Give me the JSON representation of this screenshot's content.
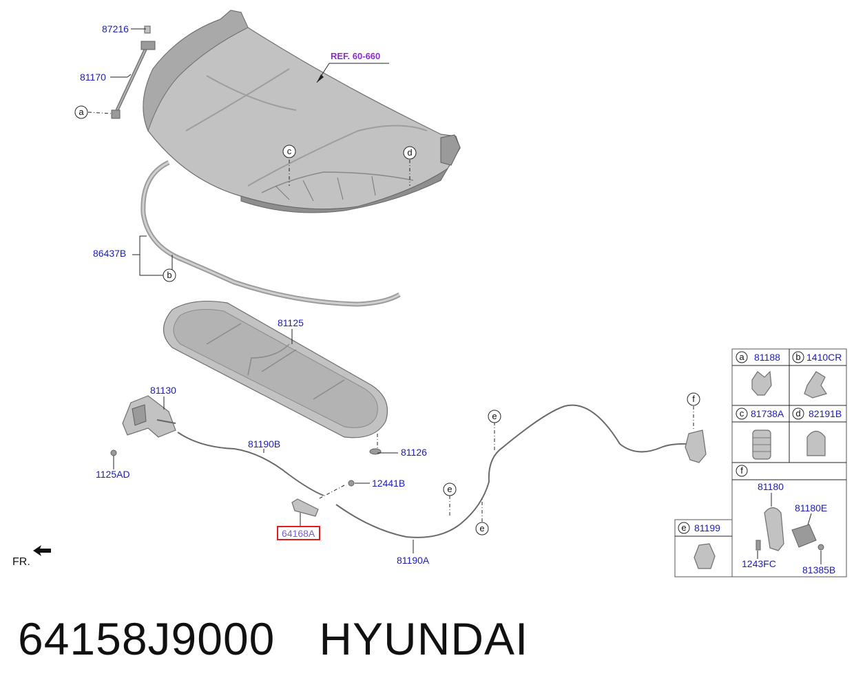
{
  "labels": {
    "p87216": "87216",
    "p81170": "81170",
    "ref": "REF. 60-660",
    "p86437B": "86437B",
    "p81125": "81125",
    "p81130": "81130",
    "p81190B": "81190B",
    "p1125AD": "1125AD",
    "p81126": "81126",
    "p12441B": "12441B",
    "p64168A": "64168A",
    "p81190A": "81190A",
    "fr": "FR."
  },
  "callouts": {
    "a": "a",
    "b": "b",
    "c": "c",
    "d": "d",
    "e": "e",
    "f": "f"
  },
  "legend": {
    "a": {
      "letter": "a",
      "part": "81188"
    },
    "b": {
      "letter": "b",
      "part": "1410CR"
    },
    "c": {
      "letter": "c",
      "part": "81738A"
    },
    "d": {
      "letter": "d",
      "part": "82191B"
    },
    "f": {
      "letter": "f",
      "parts": [
        "81180",
        "81180E",
        "1243FC",
        "81385B"
      ]
    },
    "e": {
      "letter": "e",
      "part": "81199"
    }
  },
  "footer": {
    "part_number": "64158J9000",
    "brand": "HYUNDAI"
  },
  "colors": {
    "label": "#1c1cb4",
    "ref": "#8a2bd0",
    "highlight_box": "#e01b1b"
  }
}
